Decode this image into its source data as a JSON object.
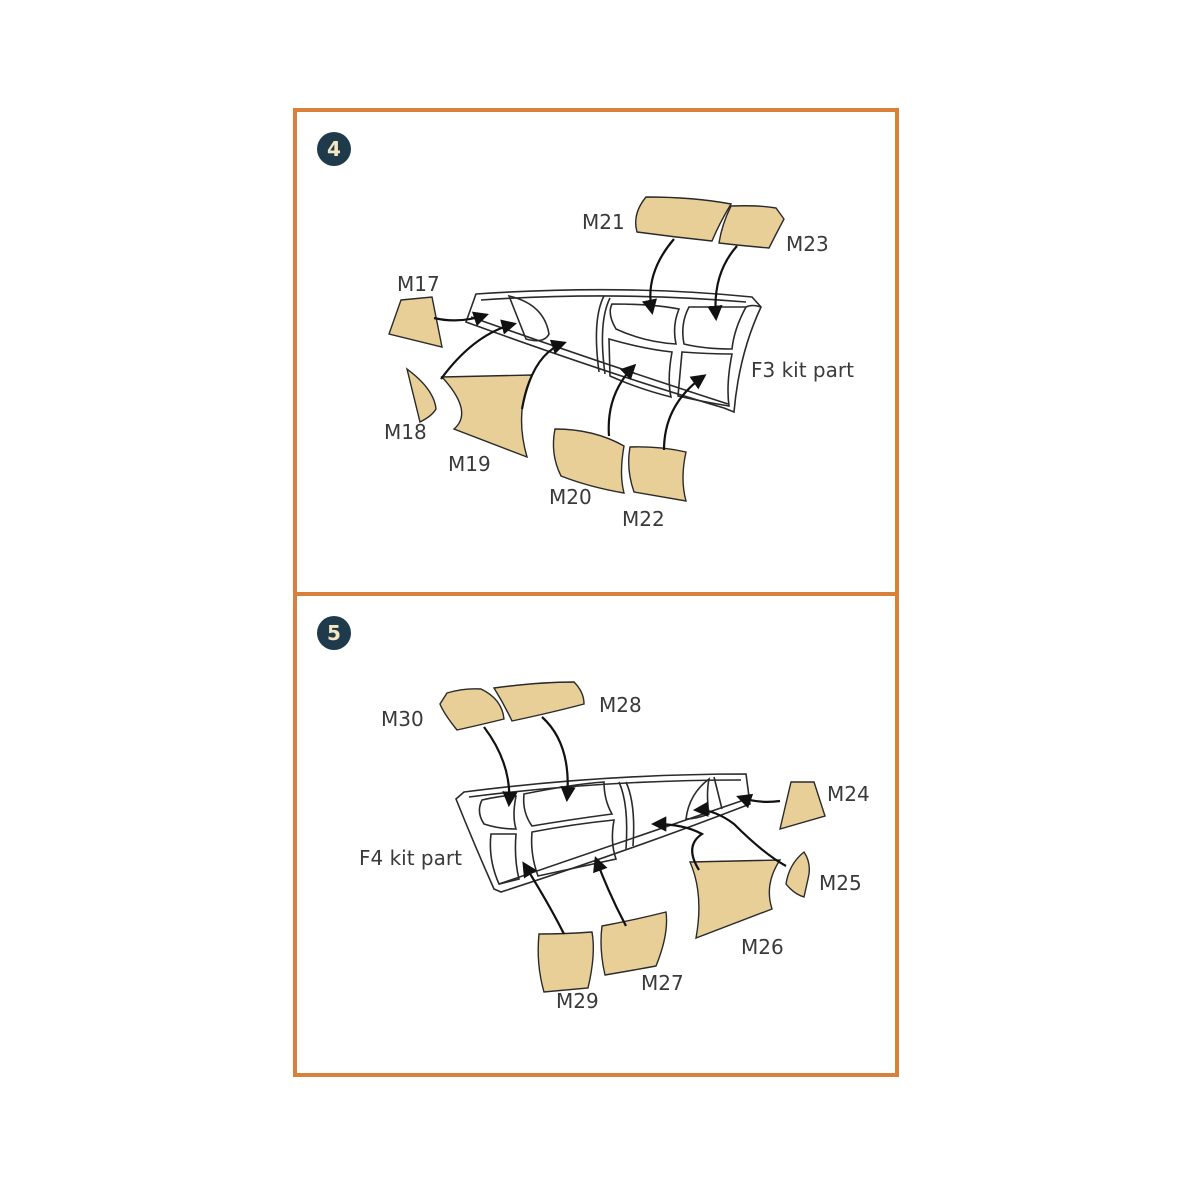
{
  "colors": {
    "frame": "#D9813A",
    "badge_bg": "#1F3A4A",
    "badge_text": "#F2E6C4",
    "mask_fill": "#E8CF98",
    "outline": "#2a2a2a"
  },
  "steps": [
    {
      "number": "4",
      "kit_part_label": "F3 kit part",
      "masks": [
        "M17",
        "M18",
        "M19",
        "M20",
        "M21",
        "M22",
        "M23"
      ]
    },
    {
      "number": "5",
      "kit_part_label": "F4 kit part",
      "masks": [
        "M24",
        "M25",
        "M26",
        "M27",
        "M28",
        "M29",
        "M30"
      ]
    }
  ],
  "labels": {
    "m17": "M17",
    "m18": "M18",
    "m19": "M19",
    "m20": "M20",
    "m21": "M21",
    "m22": "M22",
    "m23": "M23",
    "m24": "M24",
    "m25": "M25",
    "m26": "M26",
    "m27": "M27",
    "m28": "M28",
    "m29": "M29",
    "m30": "M30"
  }
}
